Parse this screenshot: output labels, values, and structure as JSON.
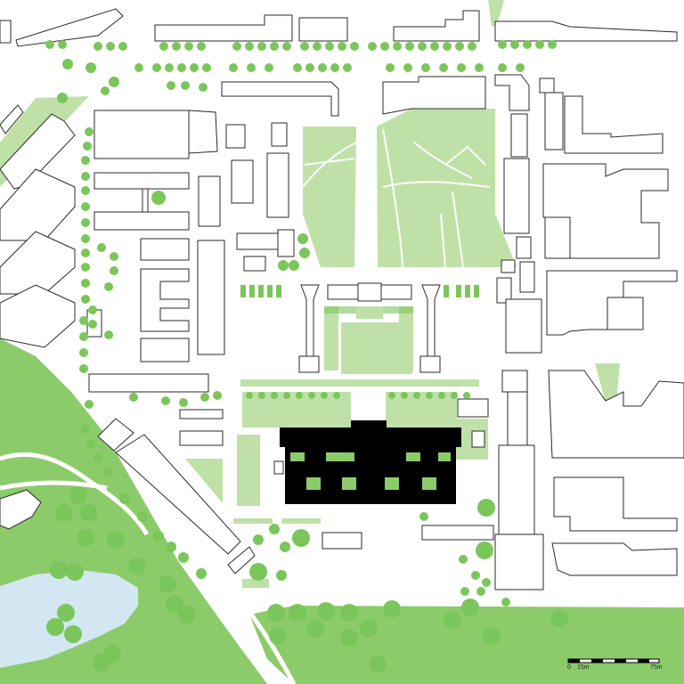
{
  "scale_bar": {
    "label_start": "0",
    "label_mid": "15m",
    "label_end": "75m"
  },
  "colors": {
    "green_space": "#bfe1a8",
    "forest": "#8ccb6a",
    "trees": "#7bc65a",
    "water": "#d3e7f3",
    "highlight_building": "#000000",
    "buildings_outline": "#2a2a2a"
  }
}
